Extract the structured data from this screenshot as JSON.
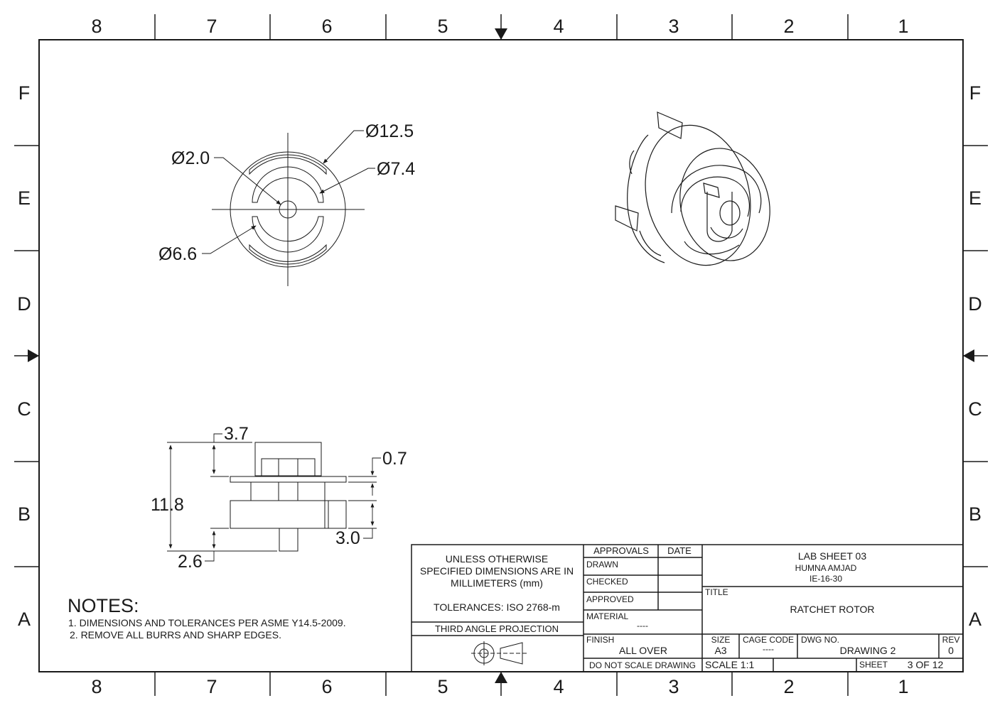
{
  "zones": {
    "columns": [
      "8",
      "7",
      "6",
      "5",
      "4",
      "3",
      "2",
      "1"
    ],
    "rows": [
      "F",
      "E",
      "D",
      "C",
      "B",
      "A"
    ]
  },
  "front_view": {
    "dia_outer": "Ø12.5",
    "dia_mid": "Ø7.4",
    "dia_hole": "Ø2.0",
    "dia_inner": "Ø6.6"
  },
  "side_view": {
    "dim_top": "3.7",
    "dim_flange": "0.7",
    "dim_height": "11.8",
    "dim_body": "3.0",
    "dim_shaft": "2.6"
  },
  "notes": {
    "heading": "NOTES:",
    "items": [
      "1. DIMENSIONS AND TOLERANCES PER ASME Y14.5-2009.",
      "2. REMOVE ALL BURRS AND SHARP EDGES."
    ]
  },
  "title_block": {
    "unless_1": "UNLESS OTHERWISE",
    "unless_2": "SPECIFIED DIMENSIONS ARE IN",
    "unless_3": "MILLIMETERS (mm)",
    "tolerances": "TOLERANCES: ISO 2768-m",
    "projection": "THIRD ANGLE PROJECTION",
    "approvals": "APPROVALS",
    "date": "DATE",
    "drawn": "DRAWN",
    "checked": "CHECKED",
    "approved": "APPROVED",
    "material_label": "MATERIAL",
    "material_value": "----",
    "finish_label": "FINISH",
    "finish_value": "ALL OVER",
    "do_not_scale": "DO NOT SCALE DRAWING",
    "lab_sheet": "LAB SHEET 03",
    "author": "HUMNA AMJAD",
    "author_id": "IE-16-30",
    "title_label": "TITLE",
    "title_value": "RATCHET ROTOR",
    "size_label": "SIZE",
    "size_value": "A3",
    "cage_label": "CAGE CODE",
    "cage_value": "----",
    "dwg_label": "DWG NO.",
    "dwg_value": "DRAWING 2",
    "rev_label": "REV",
    "rev_value": "0",
    "scale": "SCALE 1:1",
    "sheet_label": "SHEET",
    "sheet_value": "3 OF 12"
  }
}
